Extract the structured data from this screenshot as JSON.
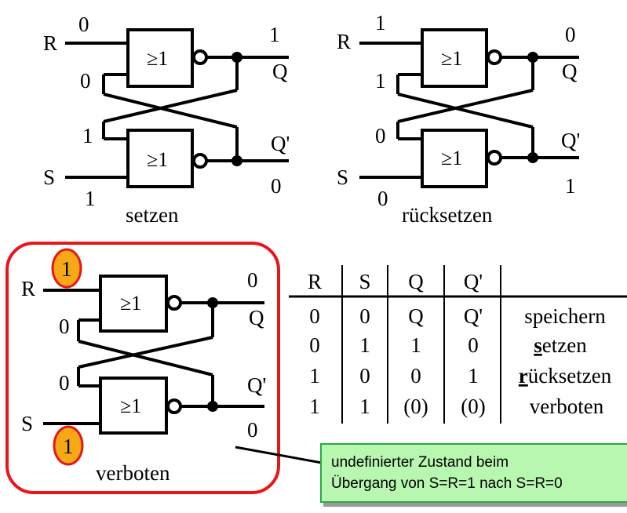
{
  "colors": {
    "frame": "#e8151b",
    "badge_fill": "#f6a816",
    "badge_stroke": "#e8151b",
    "note_fill": "#b8f7b0",
    "note_border": "#2aa84a"
  },
  "gate_label": "≥1",
  "circuits": [
    {
      "id": "setzen",
      "caption": "setzen",
      "R_label": "R",
      "S_label": "S",
      "Q_label": "Q",
      "Qn_label": "Q'",
      "R_value": "0",
      "S_value": "1",
      "Q_value": "1",
      "Qn_value": "0",
      "fb_top": "0",
      "fb_bottom": "1"
    },
    {
      "id": "ruecksetzen",
      "caption": "rücksetzen",
      "R_label": "R",
      "S_label": "S",
      "Q_label": "Q",
      "Qn_label": "Q'",
      "R_value": "1",
      "S_value": "0",
      "Q_value": "0",
      "Qn_value": "1",
      "fb_top": "1",
      "fb_bottom": "0"
    },
    {
      "id": "verboten",
      "caption": "verboten",
      "R_label": "R",
      "S_label": "S",
      "Q_label": "Q",
      "Qn_label": "Q'",
      "R_value": "1",
      "S_value": "1",
      "Q_value": "0",
      "Qn_value": "0",
      "fb_top": "0",
      "fb_bottom": "0"
    }
  ],
  "truth_table": {
    "headers": [
      "R",
      "S",
      "Q",
      "Q'",
      ""
    ],
    "rows": [
      {
        "R": "0",
        "S": "0",
        "Q": "Q",
        "Qn": "Q'",
        "mode_first": "",
        "mode_rest": "speichern"
      },
      {
        "R": "0",
        "S": "1",
        "Q": "1",
        "Qn": "0",
        "mode_first": "s",
        "mode_rest": "etzen"
      },
      {
        "R": "1",
        "S": "0",
        "Q": "0",
        "Qn": "1",
        "mode_first": "r",
        "mode_rest": "ücksetzen"
      },
      {
        "R": "1",
        "S": "1",
        "Q": "(0)",
        "Qn": "(0)",
        "mode_first": "",
        "mode_rest": "verboten"
      }
    ]
  },
  "note": {
    "line1": "undefinierter Zustand beim",
    "line2": "Übergang von S=R=1 nach S=R=0"
  }
}
